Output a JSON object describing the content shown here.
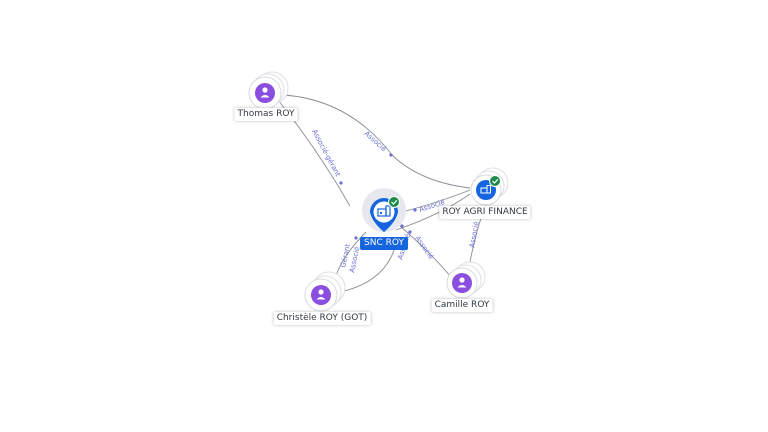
{
  "nodes": {
    "thomas": {
      "label": "Thomas ROY",
      "icon": "person-icon",
      "color": "#8b4fe0"
    },
    "snc": {
      "label": "SNC ROY",
      "icon": "company-icon",
      "color": "#1565e0",
      "verified": true
    },
    "agri": {
      "label": "ROY AGRI FINANCE",
      "icon": "company-icon",
      "color": "#1565e0",
      "verified": true
    },
    "camille": {
      "label": "Camille ROY",
      "icon": "person-icon",
      "color": "#8b4fe0"
    },
    "christele": {
      "label": "Christèle ROY (GOT)",
      "icon": "person-icon",
      "color": "#8b4fe0"
    }
  },
  "edges": {
    "thomas_snc": "Associé-gérant",
    "thomas_agri": "Associé",
    "agri_snc": "Associé",
    "camille_snc": "Associé",
    "camille_agri": "Associé",
    "christele_snc_a": "Gérant",
    "christele_snc_b": "Associé",
    "christele_snc_c": "Associé"
  },
  "colors": {
    "edge_label": "#6a6fd6",
    "verified_badge": "#1e8c4a"
  }
}
